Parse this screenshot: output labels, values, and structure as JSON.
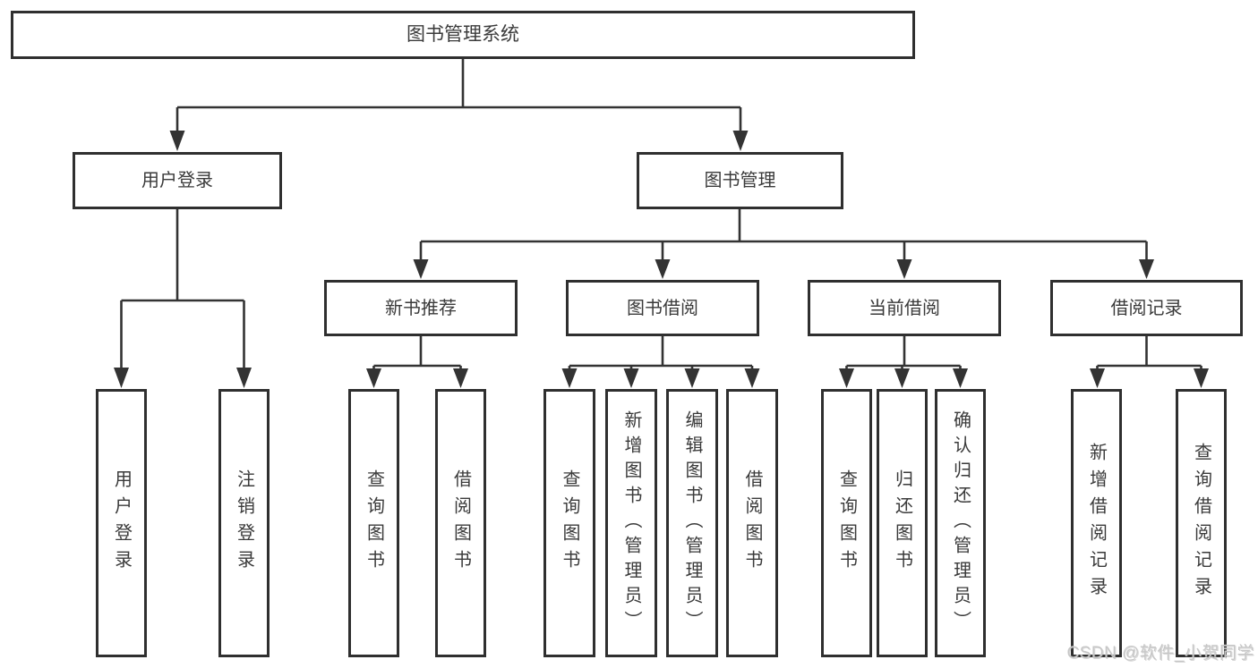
{
  "diagram": {
    "root": {
      "label": "图书管理系统"
    },
    "level2": {
      "user_login": {
        "label": "用户登录"
      },
      "book_mgmt": {
        "label": "图书管理"
      }
    },
    "level3": {
      "new_book_rec": {
        "label": "新书推荐"
      },
      "book_borrow": {
        "label": "图书借阅"
      },
      "current_borrow": {
        "label": "当前借阅"
      },
      "borrow_records": {
        "label": "借阅记录"
      }
    },
    "leaves": {
      "user_login": {
        "label": "用户登录"
      },
      "logout": {
        "label": "注销登录"
      },
      "nbr_query_books": {
        "label": "查询图书"
      },
      "nbr_borrow_books": {
        "label": "借阅图书"
      },
      "bb_query_books": {
        "label": "查询图书"
      },
      "bb_add_books": {
        "label": "新增图书（管理员）"
      },
      "bb_edit_books": {
        "label": "编辑图书（管理员）"
      },
      "bb_borrow_books": {
        "label": "借阅图书"
      },
      "cb_query_books": {
        "label": "查询图书"
      },
      "cb_return_books": {
        "label": "归还图书"
      },
      "cb_confirm_return": {
        "label": "确认归还（管理员）"
      },
      "br_add_record": {
        "label": "新增借阅记录"
      },
      "br_query_record": {
        "label": "查询借阅记录"
      }
    }
  },
  "watermark": {
    "text": "CSDN @软件_小贺同学"
  },
  "colors": {
    "line": "#333333",
    "box_border": "#2f2f2f",
    "box_bg": "#ffffff",
    "text": "#3a3a3a",
    "watermark": "#c6c6c6"
  }
}
